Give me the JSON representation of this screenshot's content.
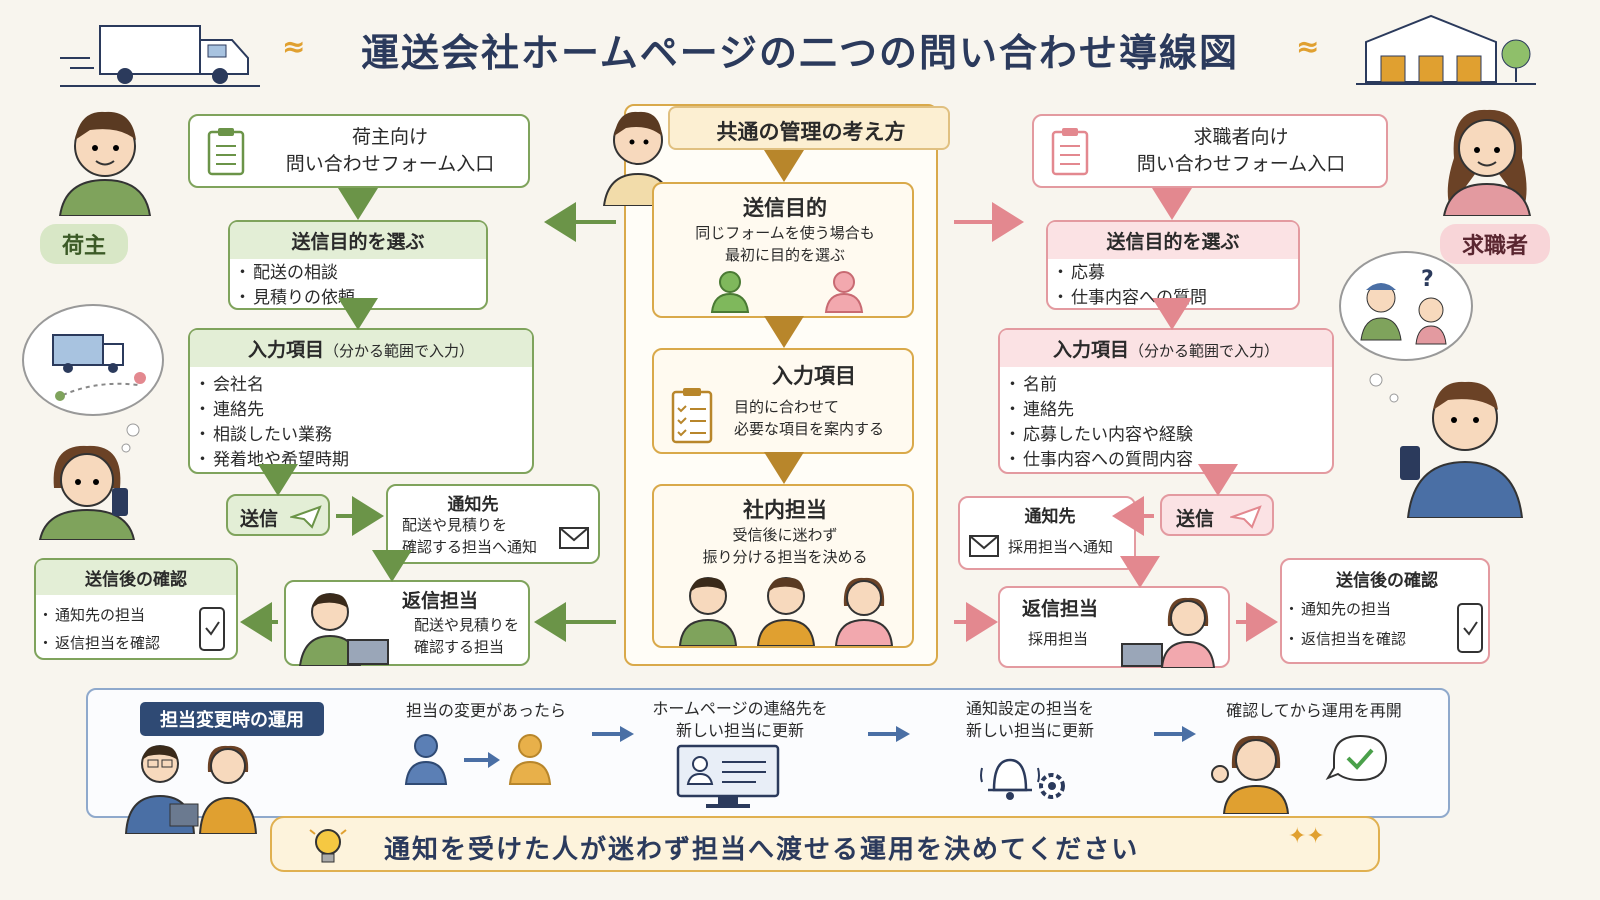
{
  "title": "運送会社ホームページの二つの問い合わせ導線図",
  "left": {
    "persona_label": "荷主",
    "entry": "荷主向け\n問い合わせフォーム入口",
    "purpose": {
      "title": "送信目的を選ぶ",
      "items": [
        "配送の相談",
        "見積りの依頼"
      ]
    },
    "inputs": {
      "title": "入力項目",
      "note": "（分かる範囲で入力）",
      "items": [
        "会社名",
        "連絡先",
        "相談したい業務",
        "発着地や希望時期"
      ]
    },
    "send": "送信",
    "notify": {
      "title": "通知先",
      "text": "配送や見積りを\n確認する担当へ通知"
    },
    "after": {
      "title": "送信後の確認",
      "items": [
        "通知先の担当",
        "返信担当を確認"
      ]
    },
    "reply": {
      "title": "返信担当",
      "text": "配送や見積りを\n確認する担当"
    }
  },
  "right": {
    "persona_label": "求職者",
    "entry": "求職者向け\n問い合わせフォーム入口",
    "purpose": {
      "title": "送信目的を選ぶ",
      "items": [
        "応募",
        "仕事内容への質問"
      ]
    },
    "inputs": {
      "title": "入力項目",
      "note": "（分かる範囲で入力）",
      "items": [
        "名前",
        "連絡先",
        "応募したい内容や経験",
        "仕事内容への質問内容"
      ]
    },
    "send": "送信",
    "notify": {
      "title": "通知先",
      "text": "採用担当へ通知"
    },
    "after": {
      "title": "送信後の確認",
      "items": [
        "通知先の担当",
        "返信担当を確認"
      ]
    },
    "reply": {
      "title": "返信担当",
      "text": "採用担当"
    }
  },
  "center": {
    "header": "共通の管理の考え方",
    "purpose": {
      "title": "送信目的",
      "text": "同じフォームを使う場合も\n最初に目的を選ぶ"
    },
    "inputs": {
      "title": "入力項目",
      "text": "目的に合わせて\n必要な項目を案内する"
    },
    "staff": {
      "title": "社内担当",
      "text": "受信後に迷わず\n振り分ける担当を決める"
    }
  },
  "bottom": {
    "label": "担当変更時の運用",
    "steps": [
      "担当の変更があったら",
      "ホームページの連絡先を\n新しい担当に更新",
      "通知設定の担当を\n新しい担当に更新",
      "確認してから運用を再開"
    ],
    "banner": "通知を受けた人が迷わず担当へ渡せる運用を決めてください"
  },
  "colors": {
    "green": "#7fa35c",
    "pink": "#e39aa0",
    "orange": "#d9a94a",
    "blue": "#4a6fa5"
  }
}
